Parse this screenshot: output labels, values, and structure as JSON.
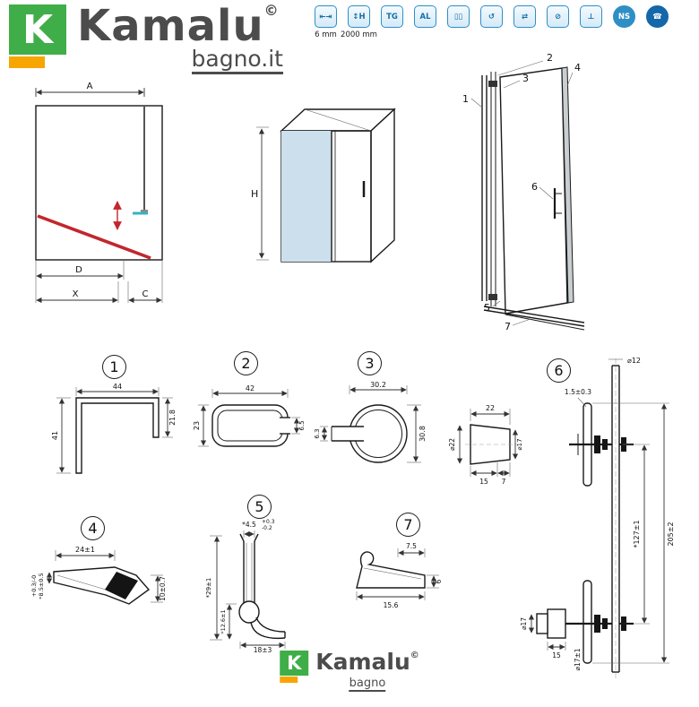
{
  "header": {
    "logo_letter": "K",
    "brand": "Kamalu",
    "copyright": "©",
    "brand_sub": "bagno.it",
    "specs": [
      {
        "name": "glass-thickness-icon",
        "glyph": "⇤⇥",
        "label": "6 mm"
      },
      {
        "name": "height-icon",
        "glyph": "↕H",
        "label": "2000 mm"
      },
      {
        "name": "tempered-glass-icon",
        "glyph": "TG",
        "label": ""
      },
      {
        "name": "aluminium-icon",
        "glyph": "AL",
        "label": ""
      },
      {
        "name": "double-panel-icon",
        "glyph": "▯▯",
        "label": ""
      },
      {
        "name": "reversible-icon",
        "glyph": "↺",
        "label": ""
      },
      {
        "name": "in-out-opening-icon",
        "glyph": "⇄",
        "label": ""
      },
      {
        "name": "no-frame-icon",
        "glyph": "⊘",
        "label": ""
      },
      {
        "name": "wall-fixing-icon",
        "glyph": "⊥",
        "label": ""
      },
      {
        "name": "ns-glass-icon",
        "glyph": "NS",
        "label": ""
      },
      {
        "name": "assistance-icon",
        "glyph": "☎",
        "label": ""
      }
    ]
  },
  "plan": {
    "a": "A",
    "d": "D",
    "x": "X",
    "c": "C"
  },
  "iso": {
    "h": "H"
  },
  "elevation": {
    "c1": "1",
    "c2": "2",
    "c3": "3",
    "c4": "4",
    "c5": "5",
    "c6": "6",
    "c7": "7"
  },
  "details": {
    "d1": {
      "num": "1",
      "w": "44",
      "h": "41",
      "r": "21.8"
    },
    "d2": {
      "num": "2",
      "w": "42",
      "h": "23",
      "slot": "6.5"
    },
    "d3": {
      "num": "3",
      "w": "30.2",
      "h": "30.8",
      "slot": "6.3"
    },
    "d4": {
      "num": "4",
      "w": "24±1",
      "h": "10±0.7",
      "t1": "*8.5±0.5",
      "t2": "+0.3/-0"
    },
    "d5": {
      "num": "5",
      "top": "*4.5",
      "tol_up": "+0.3",
      "tol_dn": "-0.2",
      "len": "*29±1",
      "inner": "*12.6±1",
      "base": "18±3"
    },
    "d6": {
      "num": "6",
      "dia12": "⌀12",
      "gap": "1.5±0.3",
      "len22": "22",
      "dia22": "⌀22",
      "dia17a": "⌀17",
      "l15a": "15",
      "l7": "7",
      "l127": "*127±1",
      "l205": "205±2",
      "dia17b": "⌀17",
      "l15b": "15",
      "dia17t": "⌀17±1"
    },
    "d7": {
      "num": "7",
      "a": "7.5",
      "b": "6",
      "c": "15.6"
    }
  },
  "footer": {
    "logo_letter": "K",
    "brand": "Kamalu",
    "copyright": "©",
    "brand_sub": "bagno"
  }
}
